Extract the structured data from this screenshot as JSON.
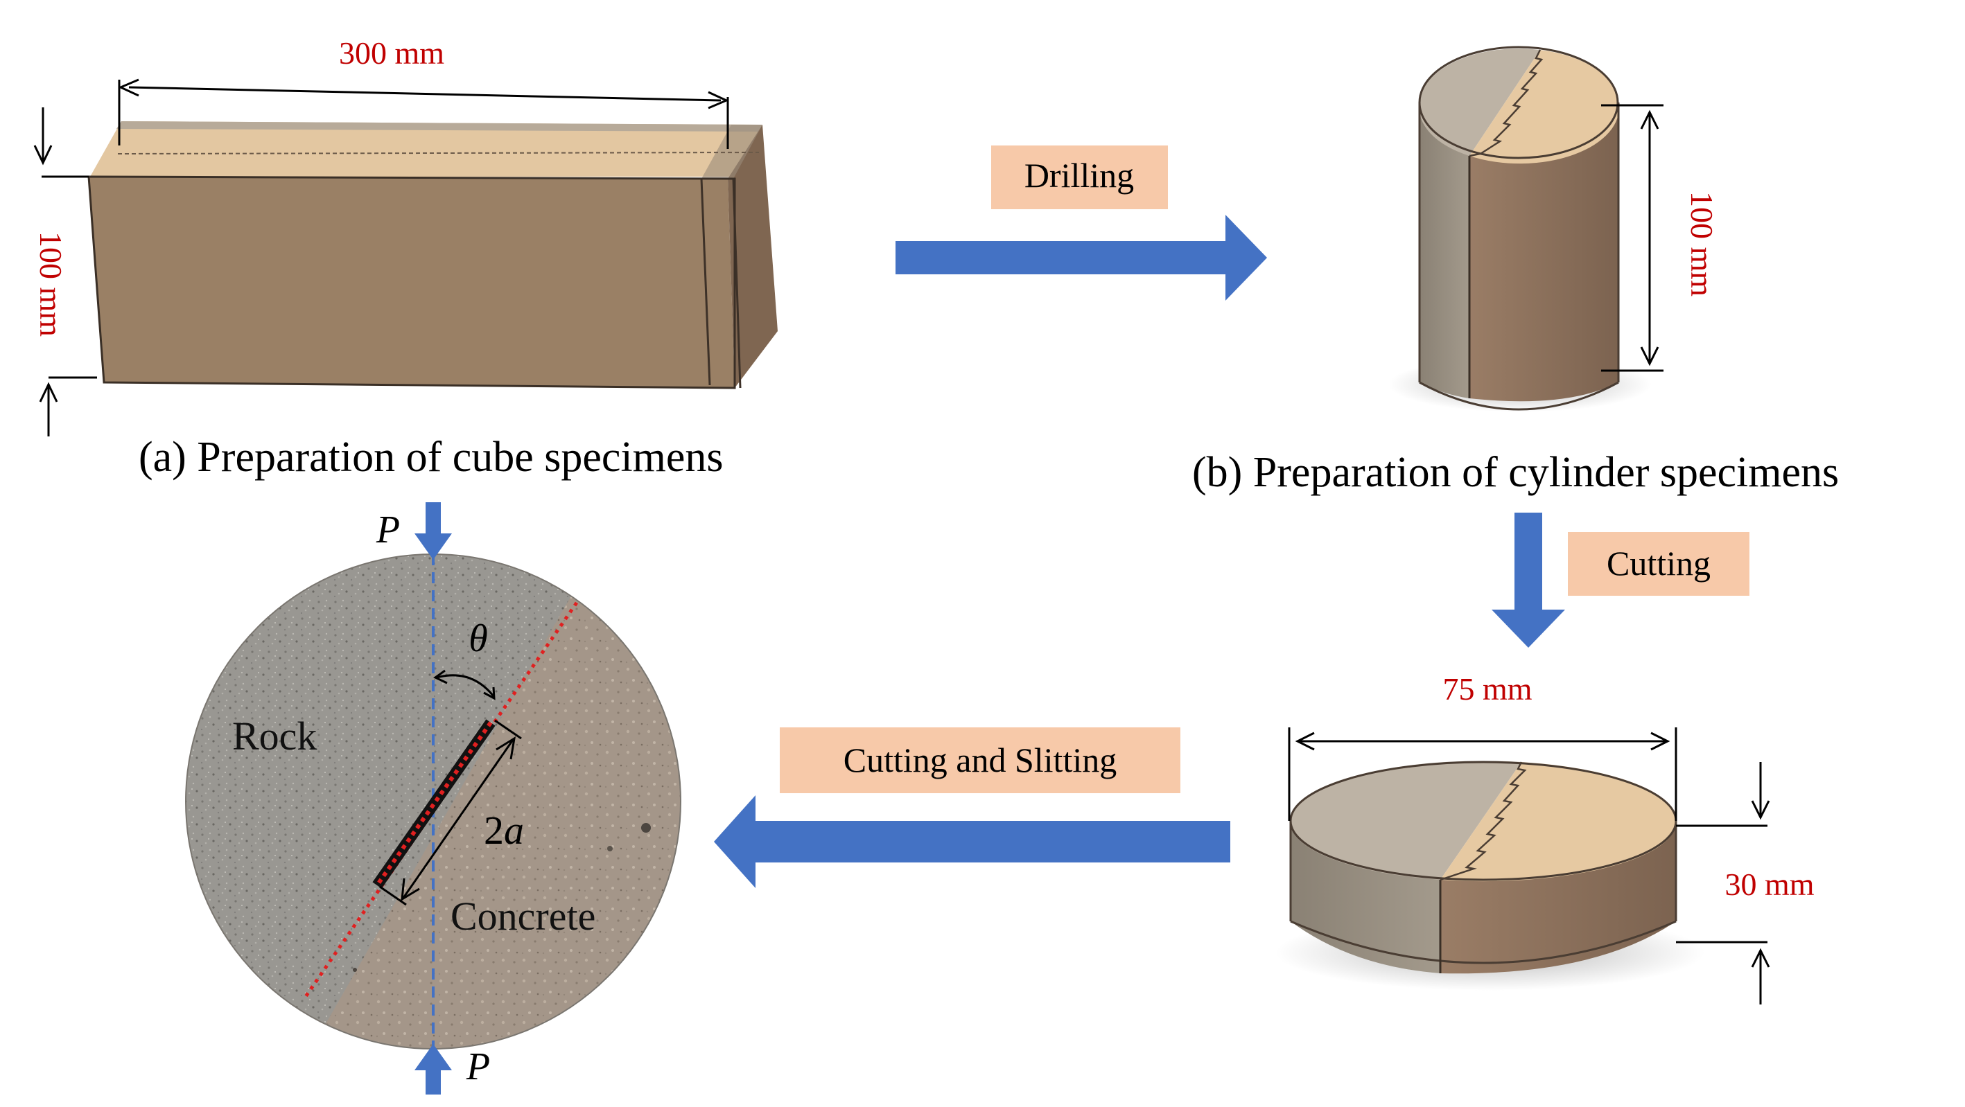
{
  "colors": {
    "arrow_blue": "#4472c4",
    "label_box": "#f7c9a9",
    "dimension_red": "#c00000",
    "rock_gray": "#9c9a94",
    "concrete_tan": "#a8998a",
    "sand_top": "#e4c8a2",
    "brown_face": "#8f7762"
  },
  "panel_a": {
    "caption": "(a)  Preparation of cube specimens",
    "length_dim": "300 mm",
    "height_dim": "100 mm"
  },
  "panel_b": {
    "caption": "(b)  Preparation of cylinder specimens",
    "height_dim": "100 mm"
  },
  "disc": {
    "diameter_dim": "75 mm",
    "thickness_dim": "30 mm"
  },
  "steps": {
    "drilling": "Drilling",
    "cutting": "Cutting",
    "cutting_slitting": "Cutting and Slitting"
  },
  "specimen": {
    "load_top": "P",
    "load_bottom": "P",
    "angle": "θ",
    "crack_num": "2",
    "crack_var": "a",
    "rock_label": "Rock",
    "concrete_label": "Concrete"
  }
}
